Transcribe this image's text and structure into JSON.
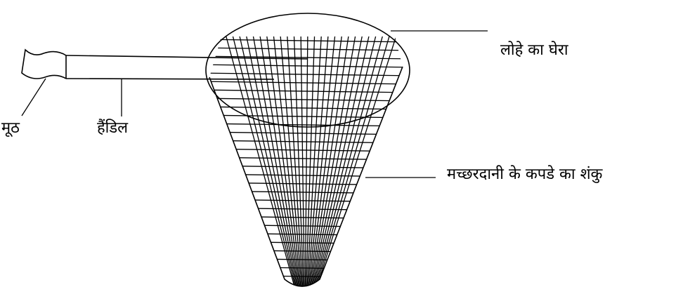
{
  "labels": {
    "handle_grip": "मूठ",
    "handle": "हैंडिल",
    "iron_ring": "लोहे का घेरा",
    "net_cone": "मच्छरदानी के कपडे का शंकु"
  },
  "colors": {
    "stroke": "#000000",
    "background": "#ffffff"
  }
}
